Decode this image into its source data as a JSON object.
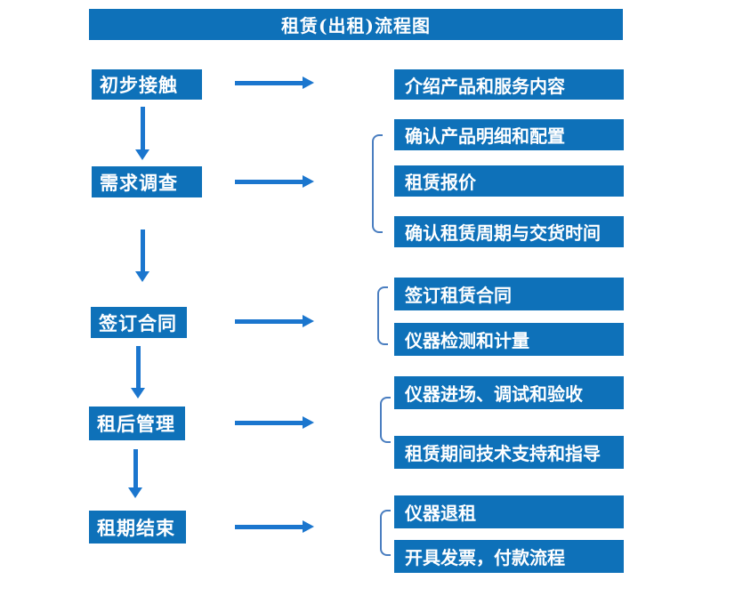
{
  "title": "租赁(出租)流程图",
  "colors": {
    "box_blue": "#0E71B9",
    "arrow_blue": "#1B76CE",
    "bracket_blue": "#4A7EC0",
    "text_white": "#FFFFFF"
  },
  "steps": [
    {
      "label": "初步接触",
      "outputs": [
        "介绍产品和服务内容"
      ]
    },
    {
      "label": "需求调查",
      "outputs": [
        "确认产品明细和配置",
        "租赁报价",
        "确认租赁周期与交货时间"
      ]
    },
    {
      "label": "签订合同",
      "outputs": [
        "签订租赁合同",
        "仪器检测和计量"
      ]
    },
    {
      "label": "租后管理",
      "outputs": [
        "仪器进场、调试和验收",
        "租赁期间技术支持和指导"
      ]
    },
    {
      "label": "租期结束",
      "outputs": [
        "仪器退租",
        "开具发票，付款流程"
      ]
    }
  ]
}
